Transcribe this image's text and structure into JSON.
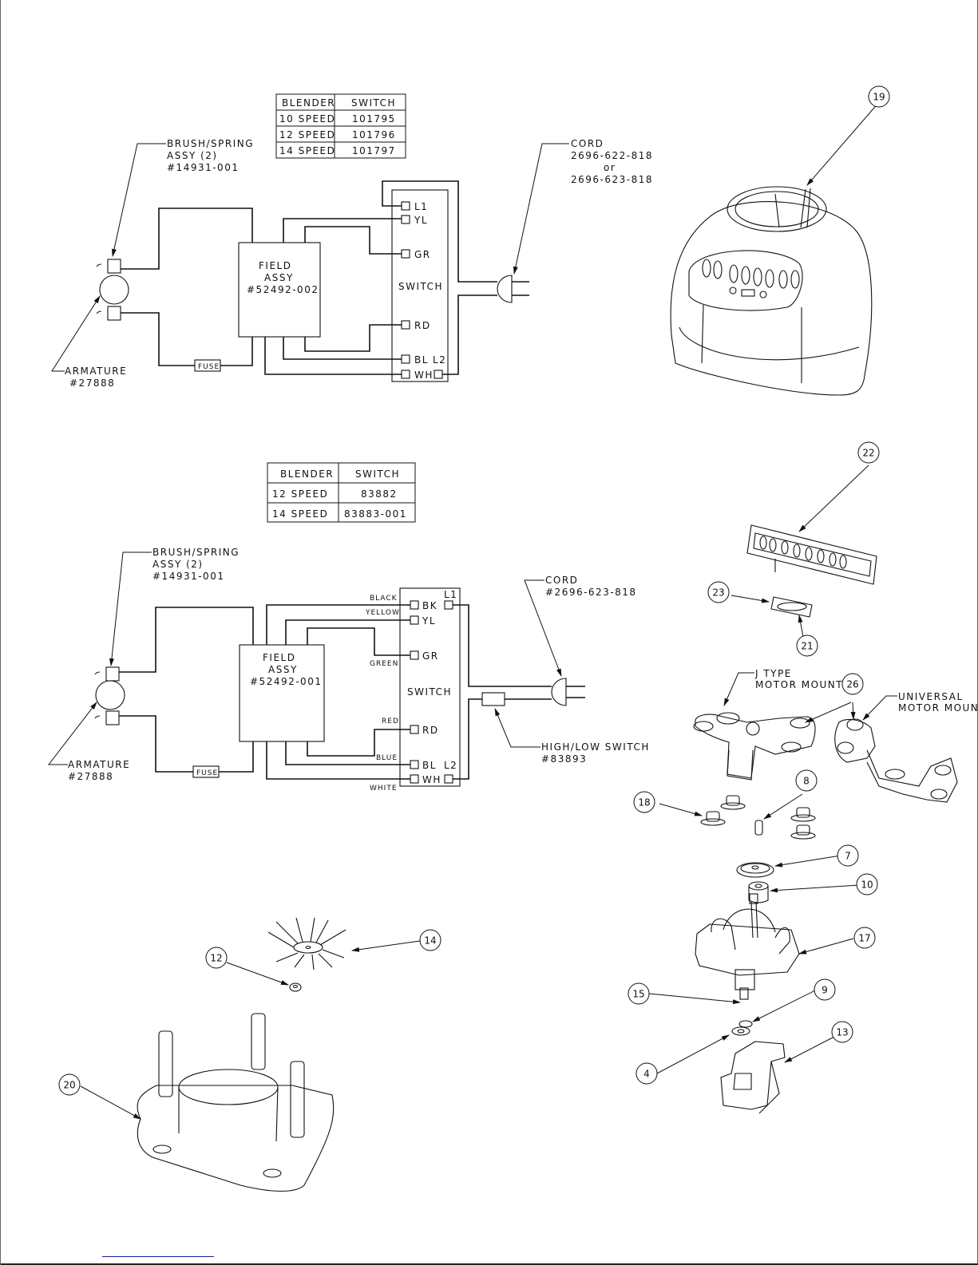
{
  "diagram1": {
    "table": {
      "headers": [
        "BLENDER",
        "SWITCH"
      ],
      "rows": [
        [
          "10 SPEED",
          "101795"
        ],
        [
          "12 SPEED",
          "101796"
        ],
        [
          "14 SPEED",
          "101797"
        ]
      ]
    },
    "brush_label": [
      "BRUSH/SPRING",
      "ASSY (2)",
      "#14931-001"
    ],
    "armature_label": [
      "ARMATURE",
      "#27888"
    ],
    "field_label": [
      "FIELD",
      "ASSY",
      "#52492-002"
    ],
    "fuse_label": "FUSE",
    "switch_label": "SWITCH",
    "terminals": [
      "L1",
      "YL",
      "GR",
      "RD",
      "BL",
      "L2",
      "WH"
    ],
    "cord_label": [
      "CORD",
      "2696-622-818",
      "or",
      "2696-623-818"
    ]
  },
  "diagram2": {
    "table": {
      "headers": [
        "BLENDER",
        "SWITCH"
      ],
      "rows": [
        [
          "12 SPEED",
          "83882"
        ],
        [
          "14 SPEED",
          "83883-001"
        ]
      ]
    },
    "brush_label": [
      "BRUSH/SPRING",
      "ASSY (2)",
      "#14931-001"
    ],
    "armature_label": [
      "ARMATURE",
      "#27888"
    ],
    "field_label": [
      "FIELD",
      "ASSY",
      "#52492-001"
    ],
    "fuse_label": "FUSE",
    "switch_label": "SWITCH",
    "terminals": [
      "BK",
      "L1",
      "YL",
      "GR",
      "RD",
      "BL",
      "L2",
      "WH"
    ],
    "wire_colors": [
      "BLACK",
      "YELLOW",
      "GREEN",
      "RED",
      "BLUE",
      "WHITE"
    ],
    "cord_label": [
      "CORD",
      "#2696-623-818"
    ],
    "hilo_label": [
      "HIGH/LOW SWITCH",
      "#83893"
    ]
  },
  "parts": {
    "balloons": [
      "19",
      "22",
      "23",
      "21",
      "26",
      "8",
      "18",
      "7",
      "10",
      "17",
      "15",
      "9",
      "4",
      "13",
      "14",
      "12",
      "20"
    ],
    "j_mount_label": [
      "J TYPE",
      "MOTOR MOUNT"
    ],
    "universal_mount_label": [
      "UNIVERSAL",
      "MOTOR MOUNT"
    ]
  }
}
